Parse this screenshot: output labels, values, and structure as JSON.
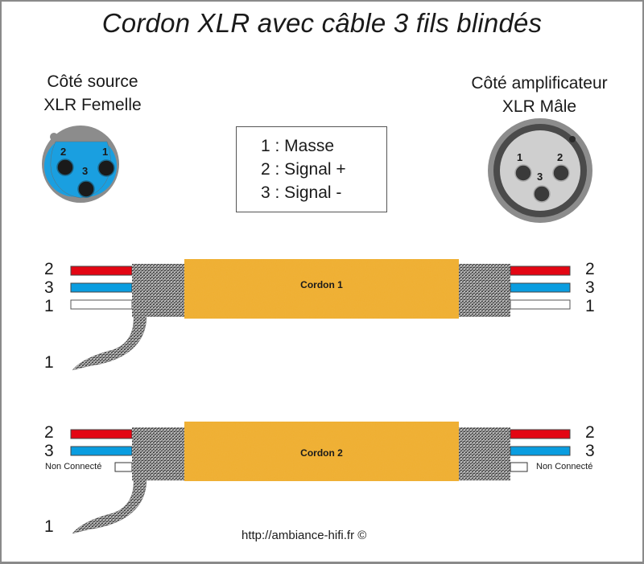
{
  "title": "Cordon XLR avec câble 3 fils blindés",
  "source_side": {
    "line1": "Côté source",
    "line2": "XLR Femelle",
    "connector": "xlr-female-connector",
    "pins": [
      "2",
      "1",
      "3"
    ]
  },
  "amp_side": {
    "line1": "Côté amplificateur",
    "line2": "XLR Mâle",
    "connector": "xlr-male-connector",
    "pins": [
      "1",
      "2",
      "3"
    ]
  },
  "legend": {
    "items": [
      "1 : Masse",
      "2 : Signal +",
      "3 : Signal -"
    ]
  },
  "colors": {
    "signal_plus": "#e30613",
    "signal_minus": "#0a9de0",
    "ground": "#ffffff",
    "jacket": "#f0ad2e",
    "female_insert": "#1a9fe0",
    "connector_shell": "#8c8c8c",
    "male_insert": "#cfcfcf",
    "male_ring": "#4a4a4a",
    "border": "#8a8a8a"
  },
  "cable1": {
    "label": "Cordon 1",
    "left_pins": [
      "2",
      "3",
      "1"
    ],
    "right_pins": [
      "2",
      "3",
      "1"
    ],
    "drain_pin": "1"
  },
  "cable2": {
    "label": "Cordon 2",
    "left_pins": [
      "2",
      "3"
    ],
    "right_pins": [
      "2",
      "3"
    ],
    "left_nc_label": "Non Connecté",
    "right_nc_label": "Non Connecté",
    "drain_pin": "1"
  },
  "footer": "http://ambiance-hifi.fr ©"
}
